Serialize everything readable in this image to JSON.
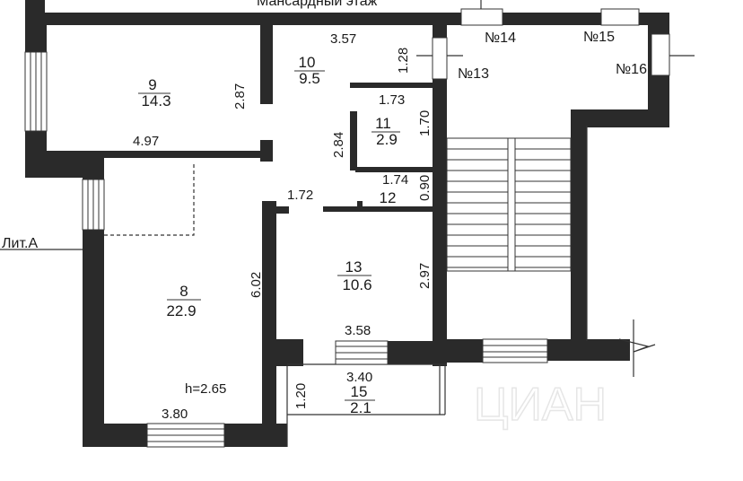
{
  "header": {
    "top_label": "Мансардный этаж"
  },
  "lit_label": "Лит.А",
  "ceiling_height": "h=2.65",
  "watermark": "ЦИАН",
  "rooms": [
    {
      "id": "room-9",
      "name": "9",
      "area": "14.3"
    },
    {
      "id": "room-10",
      "name": "10",
      "area": "9.5"
    },
    {
      "id": "room-11",
      "name": "11",
      "area": "2.9"
    },
    {
      "id": "room-12",
      "name": "12",
      "area": ""
    },
    {
      "id": "room-13",
      "name": "13",
      "area": "10.6"
    },
    {
      "id": "room-8",
      "name": "8",
      "area": "22.9"
    },
    {
      "id": "room-15",
      "name": "15",
      "area": "2.1"
    }
  ],
  "dimensions": [
    "3.57",
    "1.28",
    "2.87",
    "4.97",
    "1.73",
    "1.70",
    "2.84",
    "1.74",
    "0.90",
    "1.72",
    "6.02",
    "2.97",
    "3.58",
    "3.40",
    "1.20",
    "3.80"
  ],
  "neighbours": [
    "№13",
    "№14",
    "№15",
    "№16"
  ]
}
